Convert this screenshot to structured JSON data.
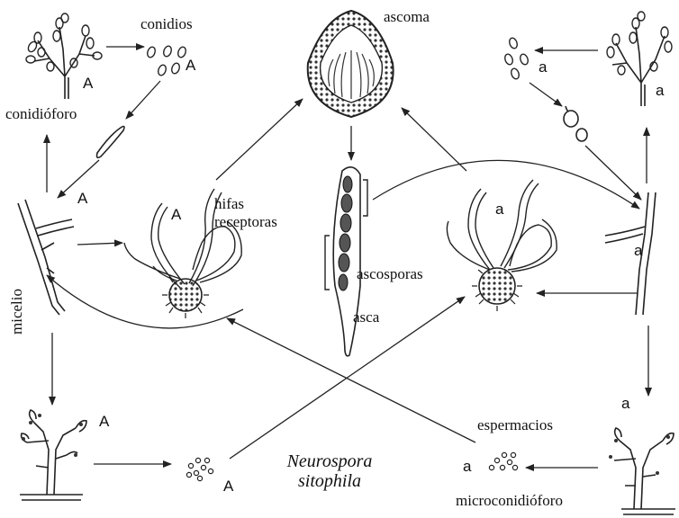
{
  "labels": {
    "conidios": "conidios",
    "ascoma": "ascoma",
    "conidioforo": "conidióforo",
    "hifas": "hifas",
    "receptoras": "receptoras",
    "ascosporas": "ascosporas",
    "asca": "asca",
    "micelio": "micelio",
    "espermacios": "espermacios",
    "microconidioforo": "microconidióforo"
  },
  "species": {
    "genus": "Neurospora",
    "epithet": "sitophila"
  },
  "mating_types": {
    "upper": "A",
    "lower": "a"
  }
}
